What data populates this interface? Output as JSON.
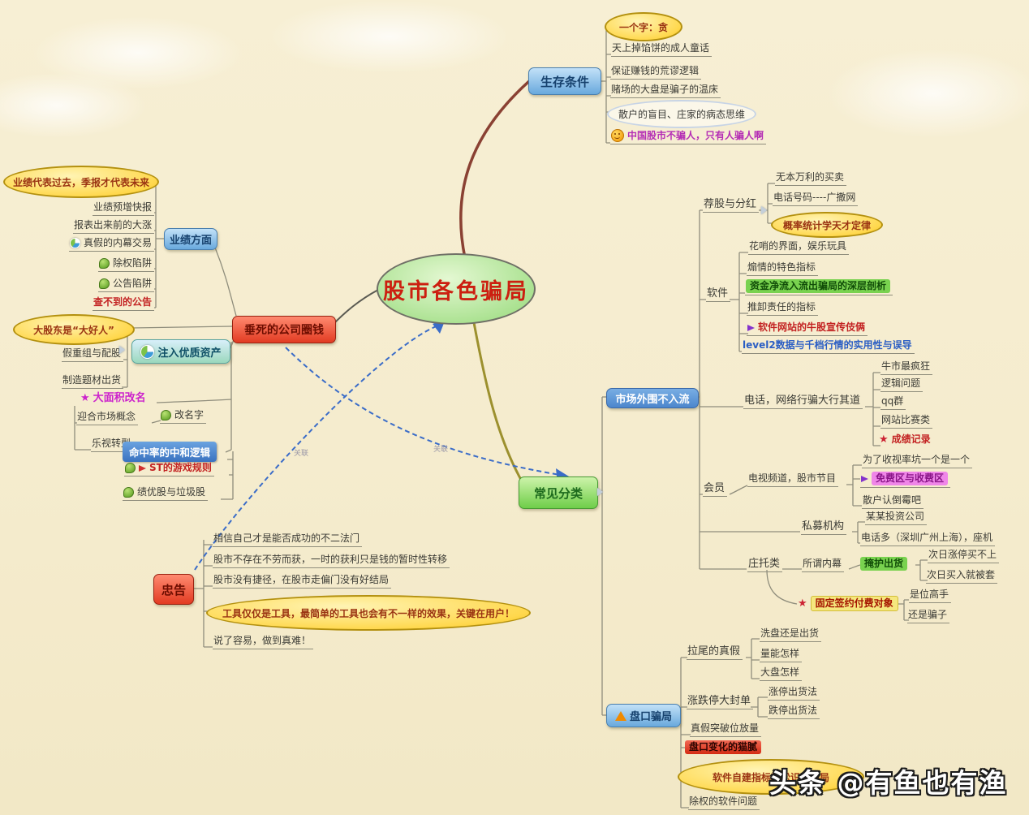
{
  "center": {
    "title": "股市各色骗局"
  },
  "watermark": {
    "text": "头条 @有鱼也有渔"
  },
  "relations": {
    "r1": "关联",
    "r2": "关联"
  },
  "survival": {
    "node": "生存条件",
    "greed": "一个字：贪",
    "fairy": "天上掉馅饼的成人童话",
    "logic": "保证赚钱的荒谬逻辑",
    "casino": "赌场的大盘是骗子的温床",
    "blind": "散户的盲目、庄家的病态思维",
    "quote": "中国股市不骗人，只有人骗人啊"
  },
  "performance": {
    "node": "业绩方面",
    "motto": "业绩代表过去，季报才代表未来",
    "flash": "业绩预增快报",
    "surge": "报表出来前的大涨",
    "insider": "真假的内幕交易",
    "exright": "除权陷阱",
    "notice": "公告陷阱",
    "missing": "查不到的公告"
  },
  "dying": {
    "node": "垂死的公司圈钱",
    "motto": "大股东是“大好人”",
    "restruct": "假重组与配股",
    "theme": "制造题材出货",
    "inject": "注入优质资产"
  },
  "rename": {
    "title": "大面积改名",
    "concept": "迎合市场概念",
    "newname": "改名字",
    "transform": "乐视转型"
  },
  "neutral": {
    "node": "命中率的中和逻辑",
    "st": "ST的游戏规则",
    "junk": "绩优股与垃圾股"
  },
  "common": {
    "node": "常见分类"
  },
  "advice": {
    "node": "忠告",
    "t1": "相信自己才是能否成功的不二法门",
    "t2": "股市不存在不劳而获，一时的获利只是钱的暂时性转移",
    "t3": "股市没有捷径，在股市走偏门没有好结局",
    "motto": "工具仅仅是工具，最简单的工具也会有不一样的效果，关键在用户！",
    "t4": "说了容易，做到真难！"
  },
  "periphery": {
    "node": "市场外围不入流",
    "tips": {
      "node": "荐股与分红",
      "free": "无本万利的买卖",
      "phonebook": "电话号码----广撒网",
      "law": "概率统计学天才定律"
    },
    "software": {
      "node": "软件",
      "ui": "花哨的界面，娱乐玩具",
      "indicator": "煽情的特色指标",
      "flow": "资金净流入流出骗局的深层剖析",
      "blame": "推卸责任的指标",
      "ads": "软件网站的牛股宣传伎俩",
      "level2": "level2数据与千档行情的实用性与误导"
    },
    "phone": {
      "node": "电话，网络行骗大行其道",
      "bull": "牛市最疯狂",
      "logic": "逻辑问题",
      "qq": "qq群",
      "contest": "网站比赛类",
      "record": "成绩记录"
    },
    "member": {
      "node": "会员",
      "tv": "电视频道，股市节目",
      "rating": "为了收视率坑一个是一个",
      "zones": "免费区与收费区",
      "luck": "散户认倒霉吧"
    },
    "private": {
      "node": "私募机构",
      "company": "某某投资公司",
      "phones": "电话多（深圳广州上海），座机"
    },
    "shill": {
      "node": "庄托类",
      "inside": "所谓内幕",
      "cover": "掩护出货",
      "limitup": "次日涨停买不上",
      "trapped": "次日买入就被套",
      "target": "固定签约付费对象",
      "master": "是位高手",
      "cheat": "还是骗子"
    }
  },
  "tape": {
    "node": "盘口骗局",
    "tail": {
      "node": "拉尾的真假",
      "wash": "洗盘还是出货",
      "volume": "量能怎样",
      "market": "大盘怎样"
    },
    "limit": {
      "node": "涨跌停大封单",
      "up": "涨停出货法",
      "down": "跌停出货法"
    },
    "breakout": "真假突破位放量",
    "trick": "盘口变化的猫腻",
    "motto": "软件自建指标轻松识别骗局",
    "exright": "除权的软件问题"
  },
  "icons": {
    "star-icon": "★",
    "flag-icon": "pennant-triangle",
    "leaf-icon": "green-leaf",
    "smiley-icon": "orange-smiley-face",
    "pie-icon": "pie-chart",
    "warning-icon": "orange-warning-triangle",
    "collapse-arrow-icon": "gray-chevron"
  },
  "palette": {
    "background": "#f5ecd0",
    "center_fill": "#a9e18f",
    "center_text": "#cc1f10",
    "blue_node": "#69a9dd",
    "green_node": "#6fce49",
    "red_node": "#e23b22",
    "teal_node": "#9bd8bd",
    "yellow_ellipse": "#ffd84d",
    "highlight_green": "#79d24f",
    "highlight_purple": "#ef86e8",
    "highlight_yellow": "#f5e77e",
    "highlight_red": "#d42a12",
    "highlight_blue": "#3a72c0",
    "relation_blue": "#3a6cc8",
    "red_text": "#c32222",
    "purple_text": "#b52fb5",
    "blue_text": "#2b5ec4"
  }
}
